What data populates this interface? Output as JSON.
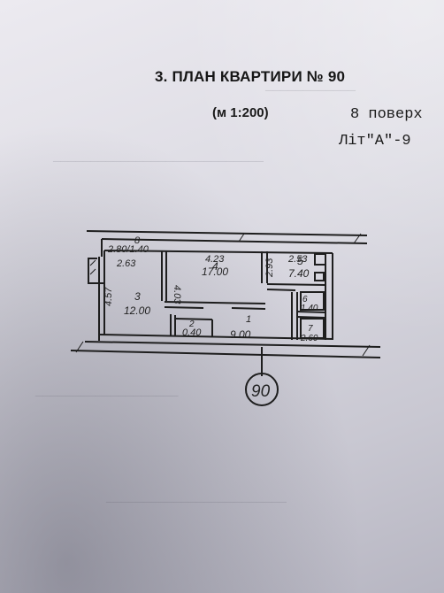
{
  "header": {
    "title": "3. ПЛАН КВАРТИРИ № 90",
    "scale": "(м 1:200)",
    "floor": "8 поверх",
    "building": "Літ\"А\"-9"
  },
  "plan": {
    "apartment_number": "90",
    "rooms": [
      {
        "number": "8",
        "dimension": "2.80/1.40"
      },
      {
        "number": "3",
        "area": "12.00",
        "dim_top": "2.63",
        "dim_side": "4.57"
      },
      {
        "number": "4",
        "area": "17.00",
        "dim_top": "4.23",
        "dim_side": "4.03"
      },
      {
        "number": "5",
        "area": "7.40",
        "dim_top": "2.53",
        "dim_side": "2.93"
      },
      {
        "number": "6",
        "area": "1.40"
      },
      {
        "number": "7",
        "area": "2.60"
      },
      {
        "number": "2",
        "area": "0.40"
      },
      {
        "number": "1",
        "area": "9.00"
      }
    ]
  },
  "colors": {
    "ink": "#1e1e1e",
    "paper": "#e3e2e9"
  }
}
